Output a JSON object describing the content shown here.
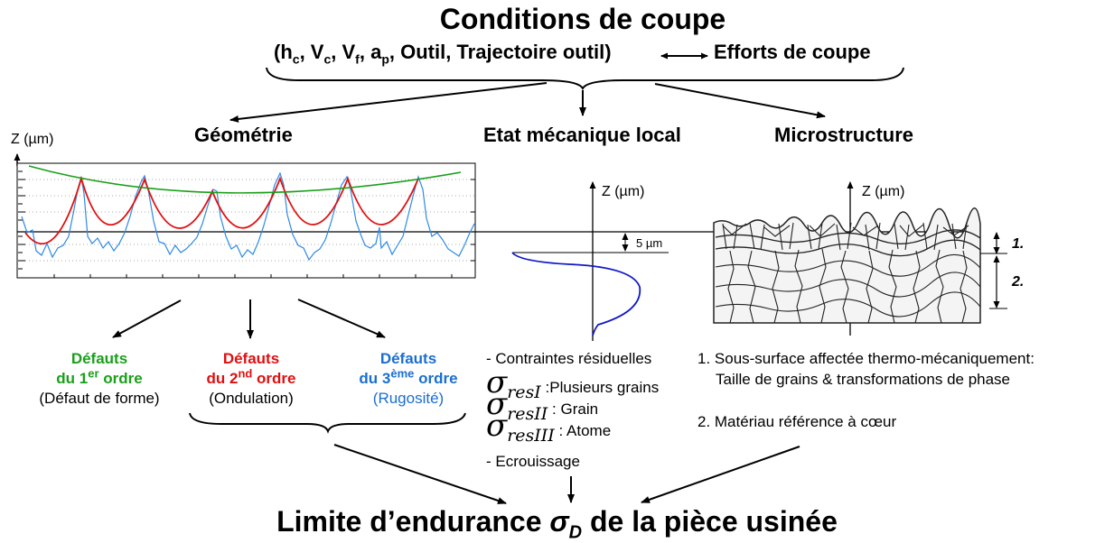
{
  "header": {
    "title": "Conditions de coupe",
    "params": {
      "open": "(h",
      "hc_sub": "c",
      "vc": ", V",
      "vc_sub": "c",
      "vf": ", V",
      "vf_sub": "f",
      "ap": ", a",
      "ap_sub": "p",
      "rest": ", Outil, Trajectoire outil)"
    },
    "efforts": "Efforts de coupe"
  },
  "branches": {
    "geometrie": "Géométrie",
    "etat": "Etat mécanique local",
    "micro": "Microstructure"
  },
  "axis_labels": {
    "profile": "Z (µm)",
    "stress": "Z (µm)",
    "micro": "Z (µm)",
    "depth": "5 µm"
  },
  "micro_layers": {
    "one": "1.",
    "two": "2."
  },
  "defects": {
    "d1": {
      "title": "Défauts",
      "line_pre": "du 1",
      "sup": "er",
      "line_post": " ordre",
      "desc": "(Défaut de forme)"
    },
    "d2": {
      "title": "Défauts",
      "line_pre": "du 2",
      "sup": "nd",
      "line_post": " ordre",
      "desc": "(Ondulation)"
    },
    "d3": {
      "title": "Défauts",
      "line_pre": "du 3",
      "sup": "ème",
      "line_post": " ordre",
      "desc": "(Rugosité)"
    }
  },
  "etat_list": {
    "contraintes": "- Contraintes résiduelles",
    "sigma": "σ",
    "s1_sub": "resI",
    "s1_text": " :Plusieurs grains",
    "s2_sub": "resII",
    "s2_text": " : Grain",
    "s3_sub": "resIII",
    "s3_text": " : Atome",
    "ecrouissage": "- Ecrouissage"
  },
  "micro_list": {
    "item1_line1": "1. Sous-surface affectée thermo-mécaniquement:",
    "item1_line2": "Taille de grains & transformations de phase",
    "item2": "2. Matériau référence à cœur"
  },
  "footer": {
    "pre": "Limite d’endurance ",
    "sigma": "σ",
    "sub": "D",
    "post": " de la pièce usinée"
  },
  "colors": {
    "green": "#1aa01a",
    "red": "#e01010",
    "blue": "#1a6fd0",
    "profile_blue": "#2e8ae6",
    "stress_blue": "#1018c8"
  }
}
